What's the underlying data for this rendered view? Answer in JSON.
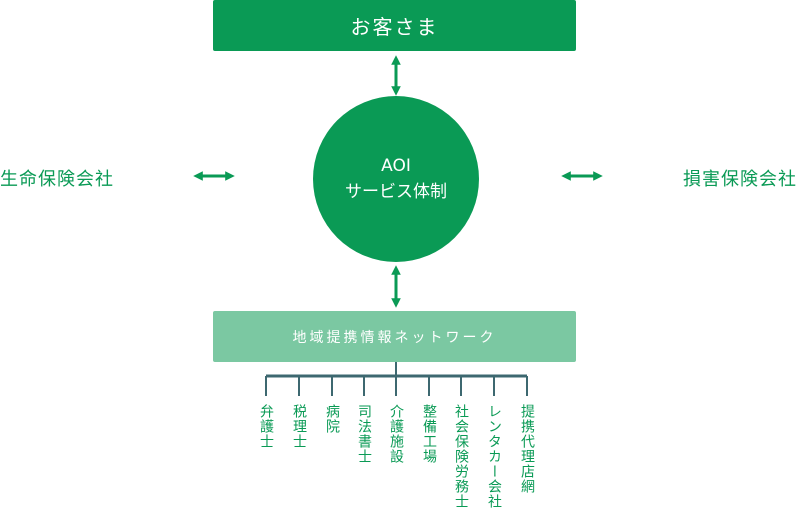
{
  "customer": "お客さま",
  "center": {
    "line1": "AOI",
    "line2": "サービス体制"
  },
  "left_partner": "生命保険会社",
  "right_partner": "損害保険会社",
  "network": "地域提携情報ネットワーク",
  "members": [
    "弁護士",
    "税理士",
    "病院",
    "司法書士",
    "介護施設",
    "整備工場",
    "社会保険労務士",
    "レンタカー会社",
    "提携代理店網"
  ],
  "colors": {
    "primary": "#0a9a55",
    "light": "#7bc8a2",
    "line": "#3d6870"
  }
}
